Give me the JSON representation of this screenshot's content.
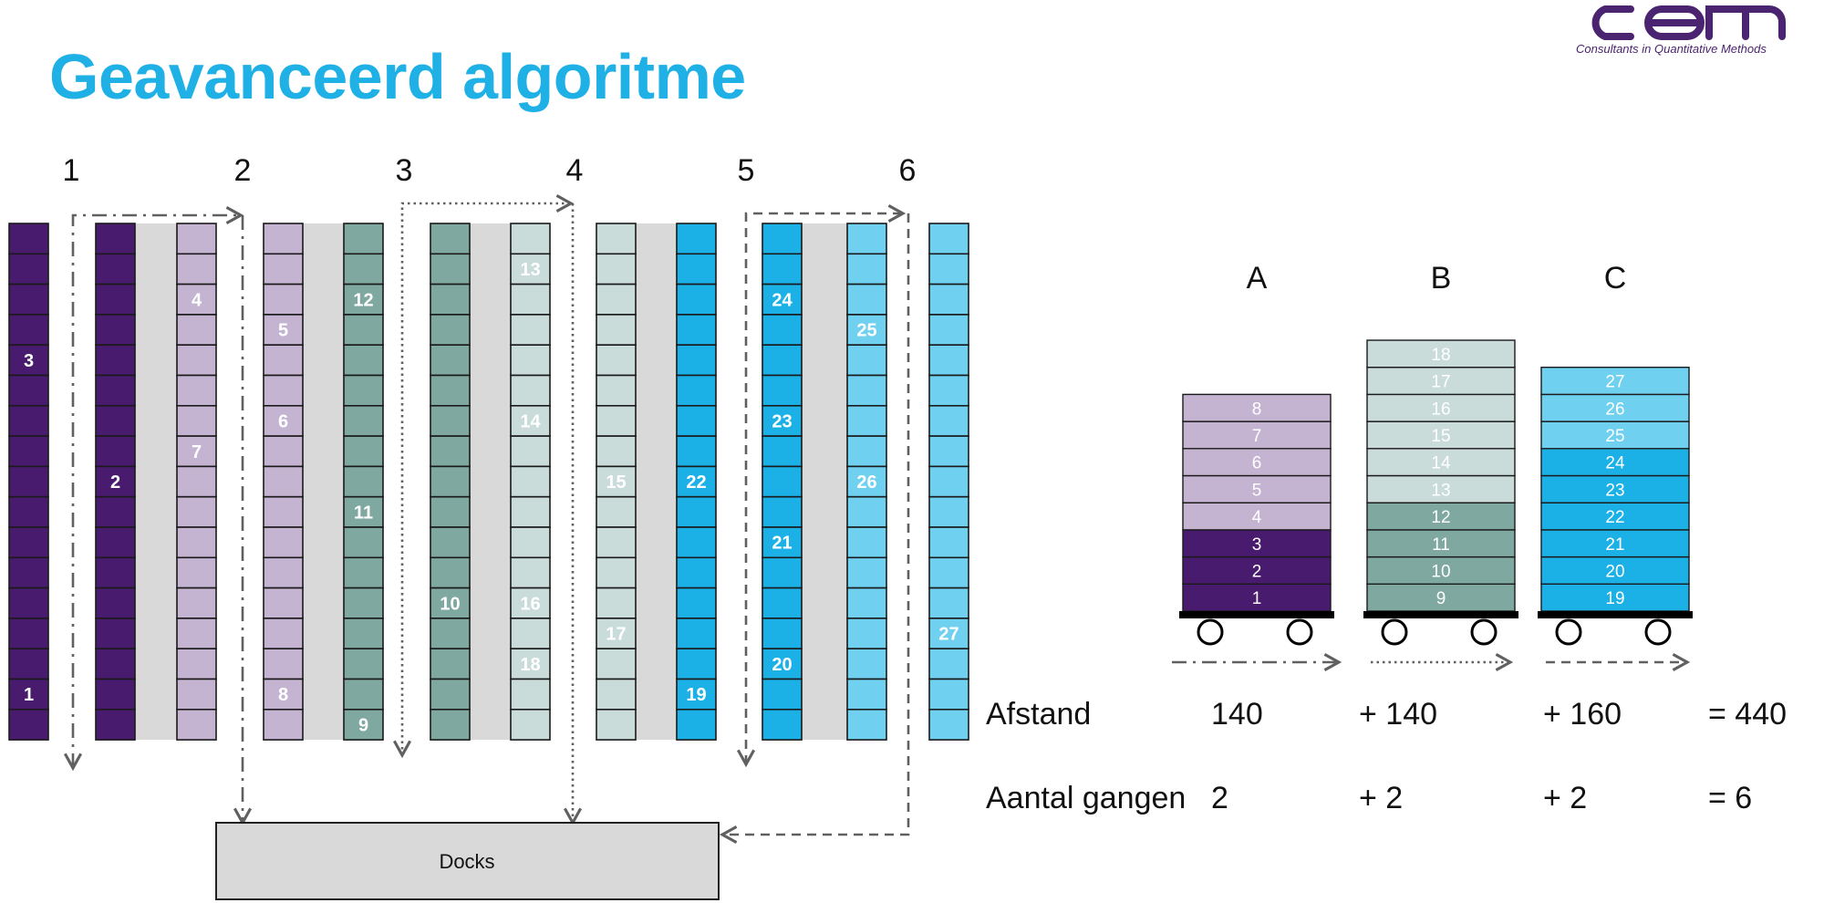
{
  "title": "Geavanceerd algoritme",
  "logo": {
    "wordmark": "CQM",
    "tagline": "Consultants in Quantitative Methods",
    "color": "#4a2470"
  },
  "colors": {
    "dark_purple": "#491b6e",
    "lilac": "#c4b4d2",
    "teal": "#7fa8a0",
    "pale_teal": "#c9dcda",
    "bright_blue": "#1bb1e7",
    "light_blue": "#6fd0f0",
    "aisle": "#d9d9d9",
    "title": "#1fb0e6",
    "route": "#606060",
    "docks_fill": "#d9d9d9"
  },
  "aisle_labels": [
    "1",
    "2",
    "3",
    "4",
    "5",
    "6"
  ],
  "racks": [
    {
      "color": "dark_purple",
      "items": [
        {
          "slot": 4,
          "label": "3"
        },
        {
          "slot": 15,
          "label": "1"
        }
      ]
    },
    {
      "color": "dark_purple",
      "items": [
        {
          "slot": 8,
          "label": "2"
        }
      ]
    },
    {
      "color": "lilac",
      "items": [
        {
          "slot": 2,
          "label": "4"
        },
        {
          "slot": 7,
          "label": "7"
        }
      ]
    },
    {
      "color": "lilac",
      "items": [
        {
          "slot": 3,
          "label": "5"
        },
        {
          "slot": 6,
          "label": "6"
        },
        {
          "slot": 15,
          "label": "8"
        }
      ]
    },
    {
      "color": "teal",
      "items": [
        {
          "slot": 2,
          "label": "12"
        },
        {
          "slot": 9,
          "label": "11"
        },
        {
          "slot": 16,
          "label": "9"
        }
      ]
    },
    {
      "color": "teal",
      "items": [
        {
          "slot": 12,
          "label": "10"
        }
      ]
    },
    {
      "color": "pale_teal",
      "items": [
        {
          "slot": 1,
          "label": "13"
        },
        {
          "slot": 6,
          "label": "14"
        },
        {
          "slot": 12,
          "label": "16"
        },
        {
          "slot": 14,
          "label": "18"
        }
      ]
    },
    {
      "color": "pale_teal",
      "items": [
        {
          "slot": 8,
          "label": "15"
        },
        {
          "slot": 13,
          "label": "17"
        }
      ]
    },
    {
      "color": "bright_blue",
      "items": [
        {
          "slot": 8,
          "label": "22"
        },
        {
          "slot": 15,
          "label": "19"
        }
      ]
    },
    {
      "color": "bright_blue",
      "items": [
        {
          "slot": 2,
          "label": "24"
        },
        {
          "slot": 6,
          "label": "23"
        },
        {
          "slot": 10,
          "label": "21"
        },
        {
          "slot": 14,
          "label": "20"
        }
      ]
    },
    {
      "color": "light_blue",
      "items": [
        {
          "slot": 3,
          "label": "25"
        },
        {
          "slot": 8,
          "label": "26"
        }
      ]
    },
    {
      "color": "light_blue",
      "items": [
        {
          "slot": 13,
          "label": "27"
        }
      ]
    }
  ],
  "docks_label": "Docks",
  "carts": [
    {
      "name": "A",
      "route_style": "dashdot",
      "boxes": [
        {
          "label": "1",
          "color": "dark_purple"
        },
        {
          "label": "2",
          "color": "dark_purple"
        },
        {
          "label": "3",
          "color": "dark_purple"
        },
        {
          "label": "4",
          "color": "lilac"
        },
        {
          "label": "5",
          "color": "lilac"
        },
        {
          "label": "6",
          "color": "lilac"
        },
        {
          "label": "7",
          "color": "lilac"
        },
        {
          "label": "8",
          "color": "lilac"
        }
      ]
    },
    {
      "name": "B",
      "route_style": "dotted",
      "boxes": [
        {
          "label": "9",
          "color": "teal"
        },
        {
          "label": "10",
          "color": "teal"
        },
        {
          "label": "11",
          "color": "teal"
        },
        {
          "label": "12",
          "color": "teal"
        },
        {
          "label": "13",
          "color": "pale_teal"
        },
        {
          "label": "14",
          "color": "pale_teal"
        },
        {
          "label": "15",
          "color": "pale_teal"
        },
        {
          "label": "16",
          "color": "pale_teal"
        },
        {
          "label": "17",
          "color": "pale_teal"
        },
        {
          "label": "18",
          "color": "pale_teal"
        }
      ]
    },
    {
      "name": "C",
      "route_style": "dashed",
      "boxes": [
        {
          "label": "19",
          "color": "bright_blue"
        },
        {
          "label": "20",
          "color": "bright_blue"
        },
        {
          "label": "21",
          "color": "bright_blue"
        },
        {
          "label": "22",
          "color": "bright_blue"
        },
        {
          "label": "23",
          "color": "bright_blue"
        },
        {
          "label": "24",
          "color": "bright_blue"
        },
        {
          "label": "25",
          "color": "light_blue"
        },
        {
          "label": "26",
          "color": "light_blue"
        },
        {
          "label": "27",
          "color": "light_blue"
        }
      ]
    }
  ],
  "summary": {
    "rows": [
      {
        "label": "Afstand",
        "values": [
          "140",
          "+ 140",
          "+ 160",
          "= 440"
        ]
      },
      {
        "label": "Aantal gangen",
        "values": [
          "2",
          "+ 2",
          "+ 2",
          "= 6"
        ]
      }
    ]
  }
}
